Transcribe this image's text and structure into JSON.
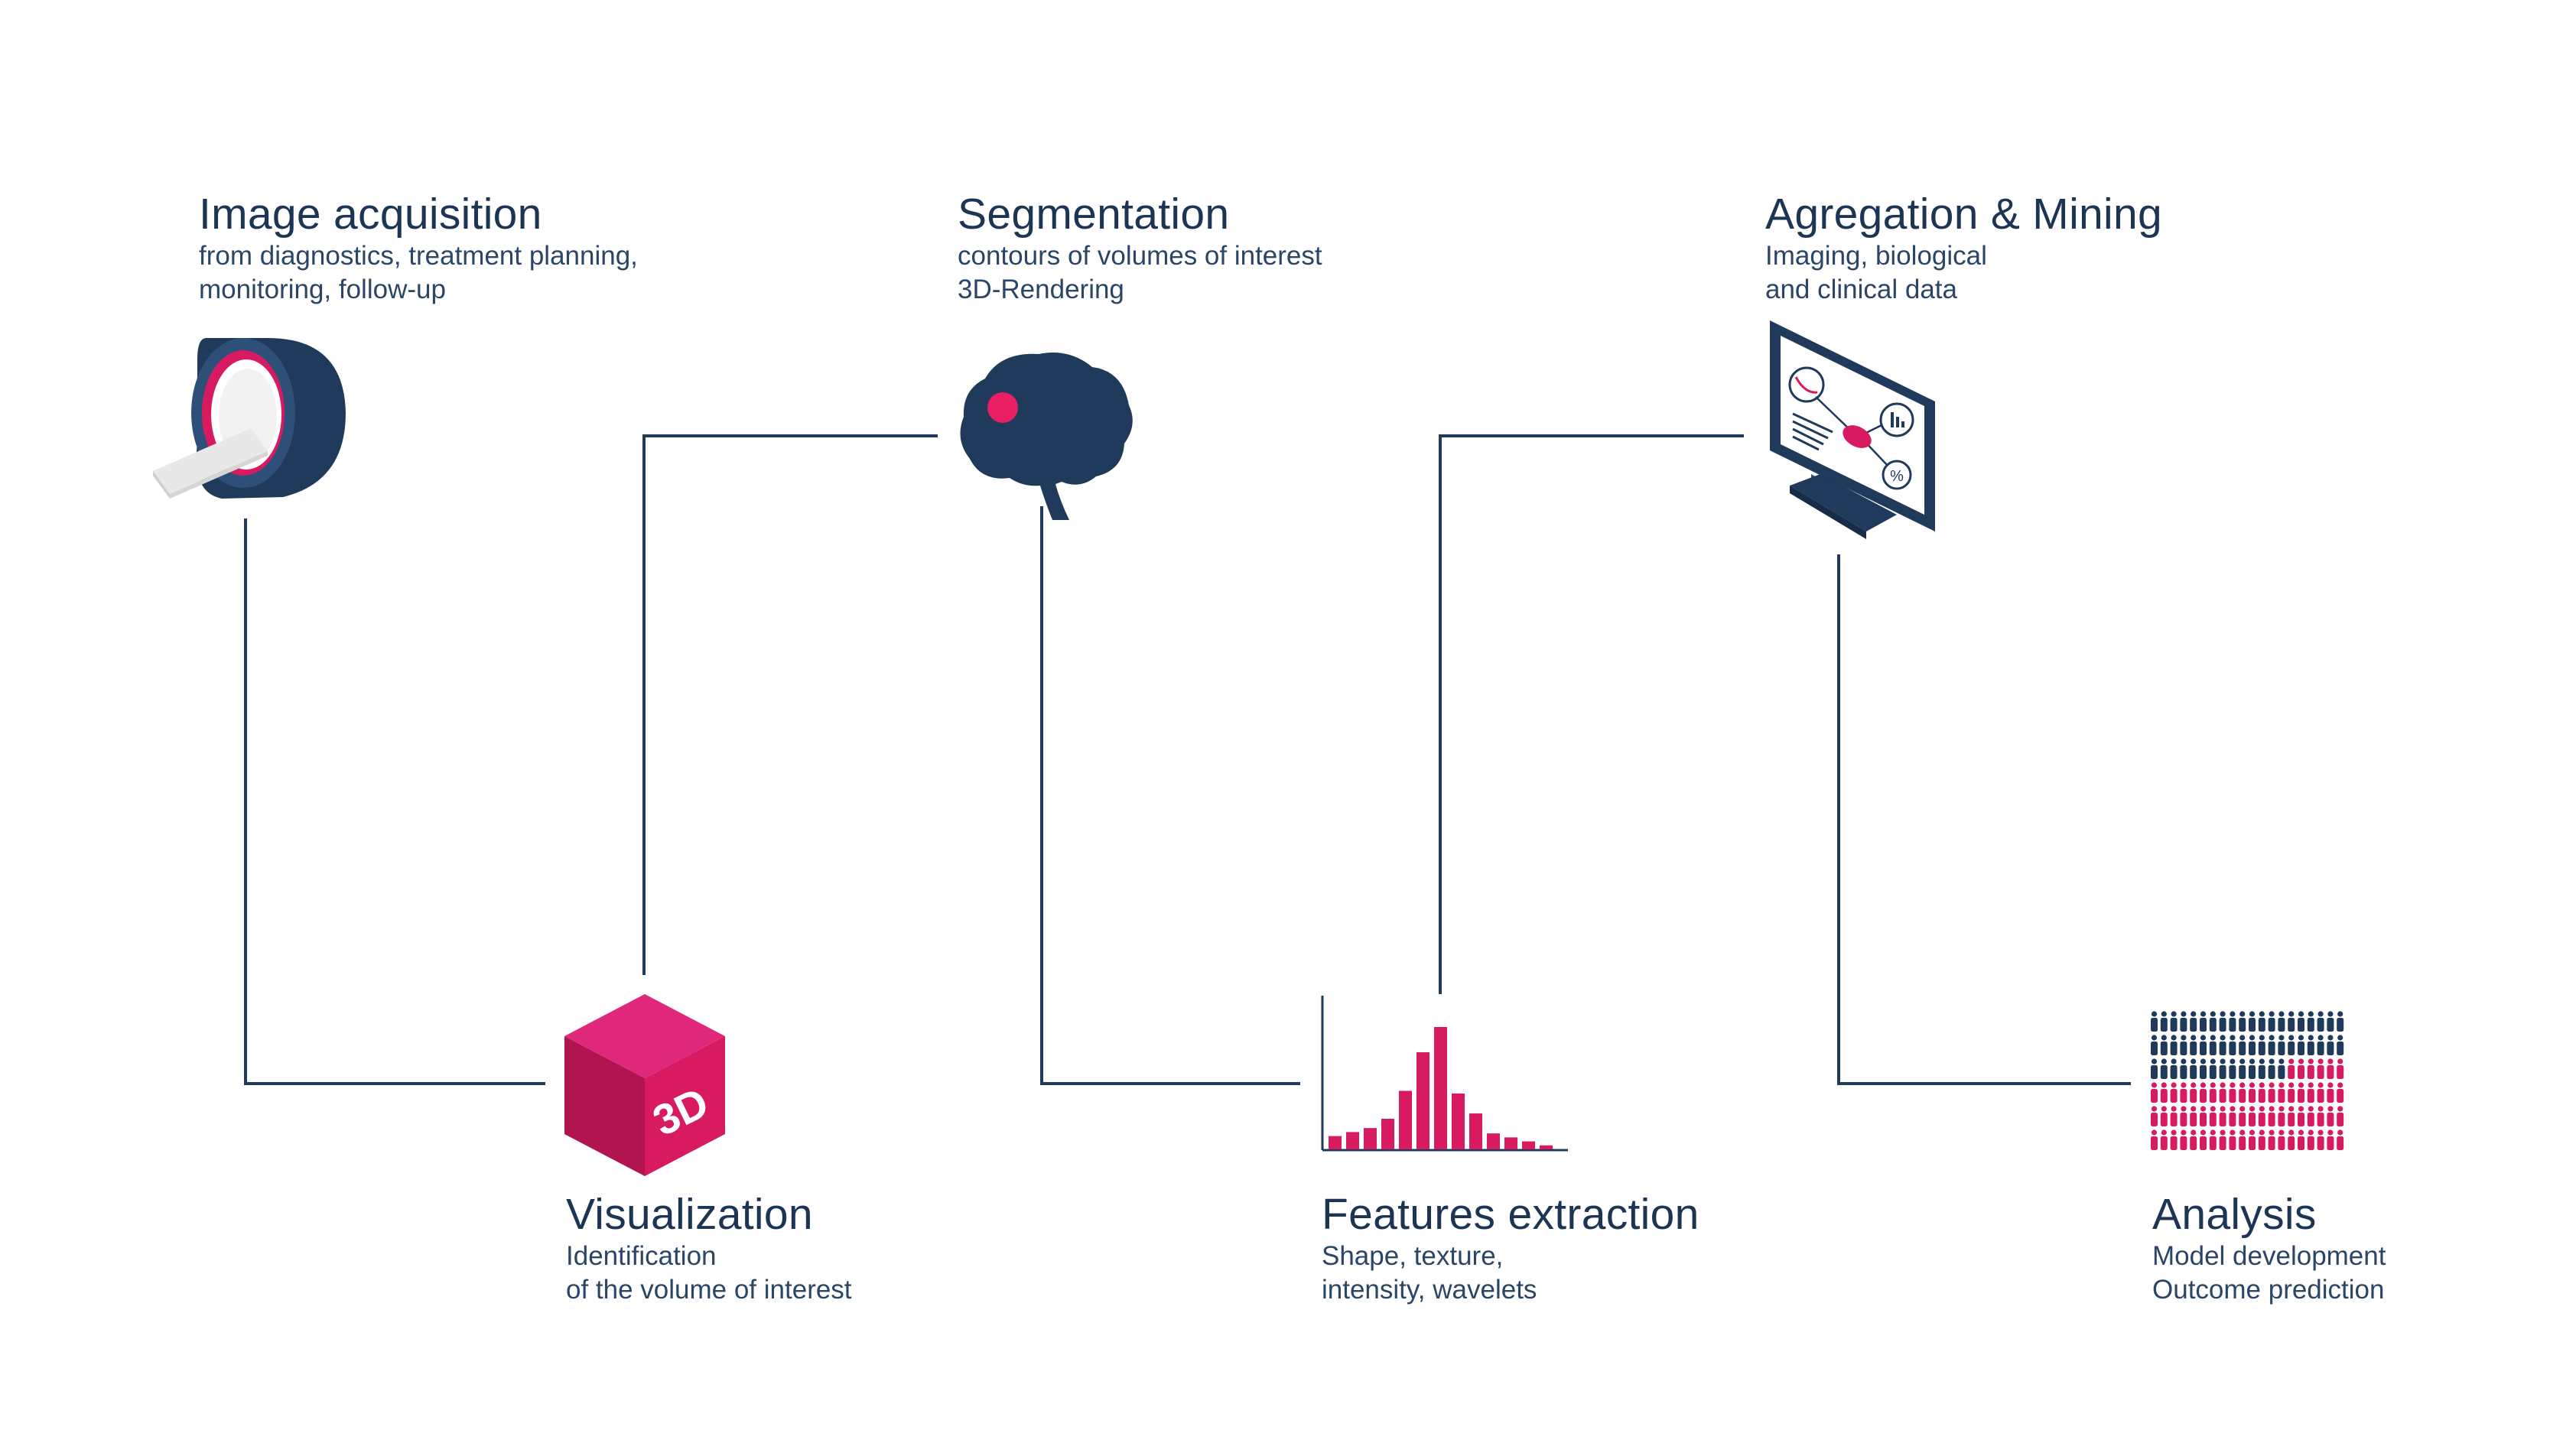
{
  "colors": {
    "navy": "#1f3a5a",
    "accent": "#d81b60",
    "line": "#1f3a5a",
    "background": "#ffffff"
  },
  "steps": [
    {
      "id": "image-acquisition",
      "icon": "mri-scanner-icon",
      "title": "Image acquisition",
      "desc": [
        "from diagnostics, treatment planning,",
        "monitoring, follow-up"
      ]
    },
    {
      "id": "visualization",
      "icon": "3d-cube-icon",
      "icon_label": "3D",
      "title": "Visualization",
      "desc": [
        "Identification",
        "of the volume of interest"
      ]
    },
    {
      "id": "segmentation",
      "icon": "brain-icon",
      "title": "Segmentation",
      "desc": [
        "contours of volumes of interest",
        "3D-Rendering"
      ]
    },
    {
      "id": "features-extraction",
      "icon": "histogram-icon",
      "title": "Features extraction",
      "desc": [
        "Shape, texture,",
        "intensity, wavelets"
      ]
    },
    {
      "id": "aggregation-mining",
      "icon": "monitor-dashboard-icon",
      "title": "Agregation & Mining",
      "desc": [
        "Imaging, biological",
        "and clinical data"
      ]
    },
    {
      "id": "analysis",
      "icon": "population-grid-icon",
      "title": "Analysis",
      "desc": [
        "Model development",
        "Outcome prediction"
      ]
    }
  ],
  "histogram": {
    "values": [
      1,
      1.3,
      1.6,
      2.3,
      4.4,
      7.3,
      9.2,
      4.2,
      2.7,
      1.2,
      0.9,
      0.6,
      0.3
    ]
  },
  "population": {
    "rows": 6,
    "cols": 20,
    "highlighted_fraction": 0.55
  }
}
